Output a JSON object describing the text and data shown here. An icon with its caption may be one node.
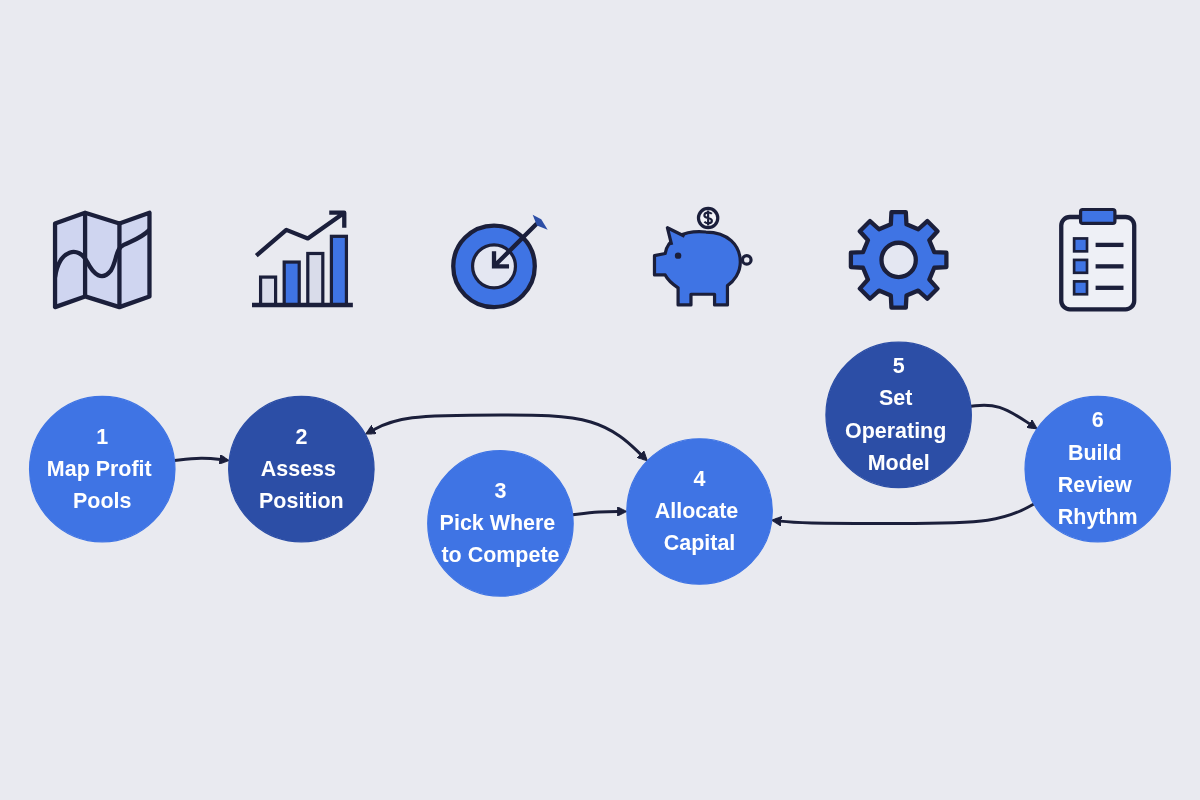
{
  "diagram": {
    "nodes": [
      {
        "text": [
          "1",
          "Map Profit Pools"
        ]
      },
      {
        "text": [
          "2",
          "Assess Position"
        ]
      },
      {
        "text": [
          "3",
          "Pick Where to Compete"
        ]
      },
      {
        "text": [
          "4",
          "Allocate Capital"
        ]
      },
      {
        "text": [
          "5",
          "Set Operating Model"
        ]
      },
      {
        "text": [
          "6",
          "Build Review Rhythm"
        ]
      }
    ],
    "edges": [
      {
        "from": 0,
        "to": 1,
        "arrow": "to"
      },
      {
        "from": 1,
        "to": 3,
        "arrow": "both"
      },
      {
        "from": 2,
        "to": 3,
        "arrow": "to"
      },
      {
        "from": 5,
        "to": 3,
        "arrow": "to"
      },
      {
        "from": 4,
        "to": 5,
        "arrow": "to"
      }
    ]
  }
}
